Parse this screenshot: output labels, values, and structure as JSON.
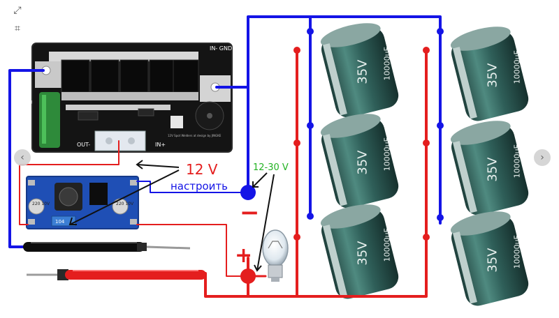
{
  "labels": {
    "voltage_12v": "12 V",
    "adjust": "настроить",
    "range": "12-30 V",
    "minus": "−",
    "plus": "+"
  },
  "welder_board": {
    "in_gnd": "IN-\nGND",
    "in_plus": "IN+",
    "out_minus": "OUT-",
    "out_label": "OU",
    "caption": "12V Spot Welders at\ndesign by JINGKE"
  },
  "buck_module": {
    "cap_left": "220\n10V",
    "cap_right": "220\n10V",
    "pot": "104"
  },
  "capacitor": {
    "voltage": "35V",
    "capacitance": "10000uF"
  },
  "ui": {
    "expand_icon": "⤢",
    "crop_icon": "⌗",
    "prev_icon": "‹",
    "next_icon": "›"
  },
  "colors": {
    "blue_wire": "#1414e6",
    "red_wire": "#e41e1e",
    "green_label": "#22b222",
    "cap_body": "#2f5f59",
    "pcb_black": "#111111",
    "buck_blue": "#1f4fb5"
  }
}
